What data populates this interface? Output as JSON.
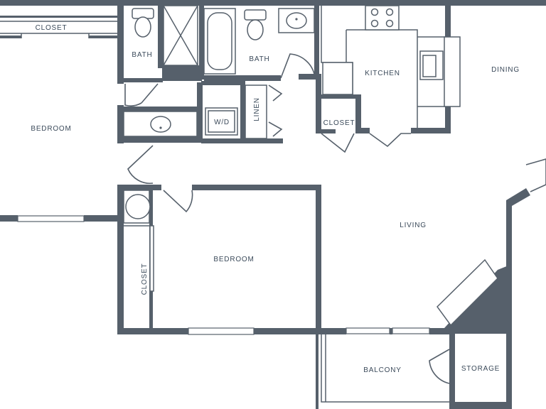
{
  "rooms": {
    "closet_top": "CLOSET",
    "bath_left": "BATH",
    "bath_right": "BATH",
    "kitchen": "KITCHEN",
    "dining": "DINING",
    "bedroom_left": "BEDROOM",
    "linen": "LINEN",
    "wd": "W/D",
    "closet_kitchen": "CLOSET",
    "living": "LIVING",
    "bedroom_center": "BEDROOM",
    "closet_bedroom": "CLOSET",
    "balcony": "BALCONY",
    "storage": "STORAGE"
  },
  "colors": {
    "wall": "#56606b",
    "label": "#3b4a5a",
    "background": "#ffffff"
  }
}
